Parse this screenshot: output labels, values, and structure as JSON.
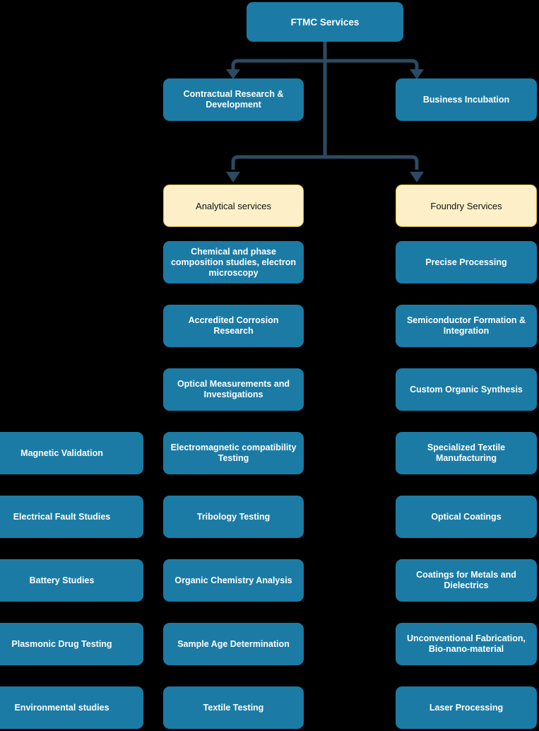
{
  "diagram": {
    "title": "FTMC Services",
    "background_color": "#000000",
    "node_color_primary": "#1b7ba5",
    "node_color_highlight": "#fdf0c8",
    "connector_color": "#2c4a63",
    "text_color_primary": "#ffffff",
    "text_color_highlight": "#111111"
  },
  "root": {
    "label": "FTMC Services"
  },
  "level2": [
    {
      "label": "Contractual Research & Development"
    },
    {
      "label": "Business Incubation"
    }
  ],
  "level3": [
    {
      "label": "Analytical services"
    },
    {
      "label": "Foundry Services"
    }
  ],
  "columns": {
    "left": [
      {
        "label": "Magnetic Validation"
      },
      {
        "label": "Electrical Fault Studies"
      },
      {
        "label": "Battery Studies"
      },
      {
        "label": "Plasmonic Drug Testing"
      },
      {
        "label": "Environmental studies"
      }
    ],
    "middle": [
      {
        "label": "Chemical and phase composition studies, electron microscopy"
      },
      {
        "label": "Accredited Corrosion Research"
      },
      {
        "label": "Optical Measurements and Investigations"
      },
      {
        "label": "Electromagnetic compatibility Testing"
      },
      {
        "label": "Tribology Testing"
      },
      {
        "label": "Organic Chemistry Analysis"
      },
      {
        "label": "Sample Age Determination"
      },
      {
        "label": "Textile Testing"
      }
    ],
    "right": [
      {
        "label": "Precise Processing"
      },
      {
        "label": "Semiconductor Formation & Integration"
      },
      {
        "label": "Custom Organic Synthesis"
      },
      {
        "label": "Specialized Textile Manufacturing"
      },
      {
        "label": "Optical Coatings"
      },
      {
        "label": "Coatings for Metals and Dielectrics"
      },
      {
        "label": "Unconventional Fabrication, Bio-nano-material"
      },
      {
        "label": "Laser Processing"
      }
    ]
  }
}
